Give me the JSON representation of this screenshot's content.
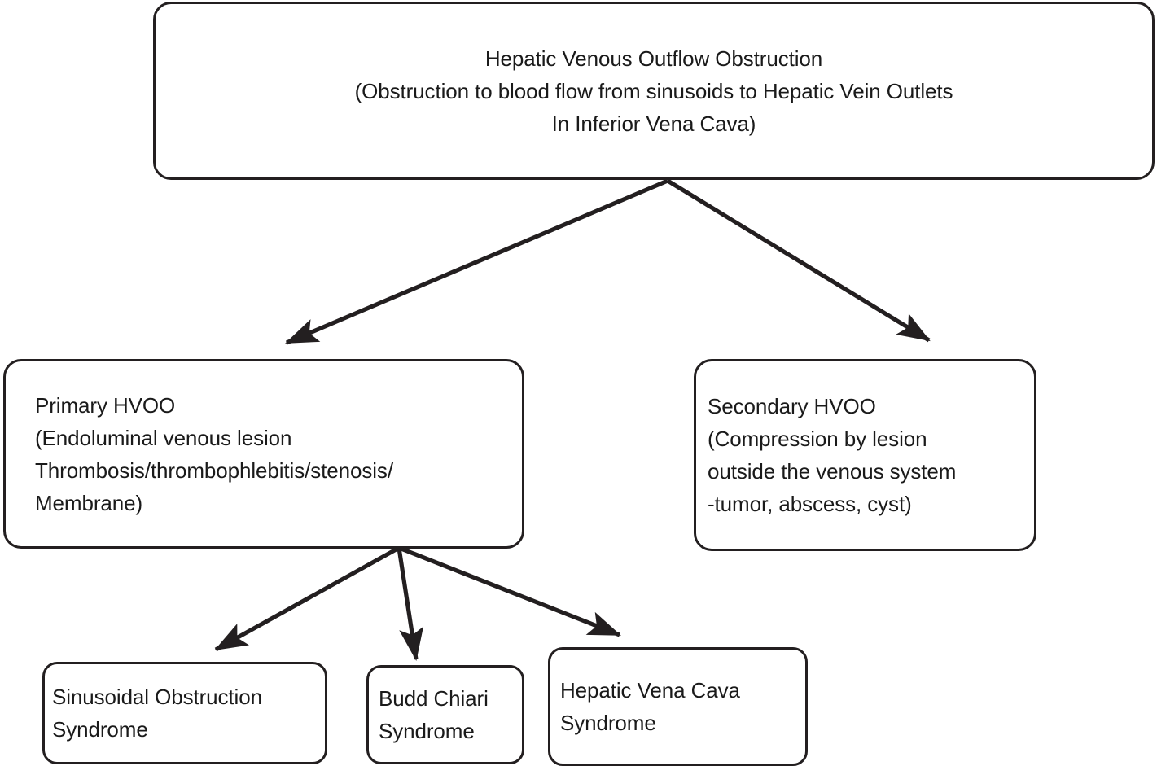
{
  "diagram": {
    "title": "Hepatic Venous Outflow Obstruction Classification",
    "type": "flowchart",
    "colors": {
      "background": "#ffffff",
      "box_border": "#231f20",
      "box_fill": "#ffffff",
      "text": "#1a1a1a",
      "arrow": "#231f20"
    }
  },
  "nodes": {
    "root": {
      "id": "hepatic-venous-outflow-obstruction",
      "align": "center",
      "lines": [
        "Hepatic Venous Outflow Obstruction",
        "(Obstruction to blood flow from sinusoids to Hepatic Vein Outlets",
        "In Inferior Vena Cava)"
      ]
    },
    "primary": {
      "id": "primary-hvoo",
      "align": "left",
      "lines": [
        "Primary HVOO",
        "(Endoluminal venous lesion",
        "Thrombosis/thrombophlebitis/stenosis/",
        "Membrane)"
      ]
    },
    "secondary": {
      "id": "secondary-hvoo",
      "align": "left",
      "lines": [
        "Secondary HVOO",
        "(Compression by lesion",
        "outside the venous system",
        "-tumor, abscess, cyst)"
      ]
    },
    "sos": {
      "id": "sinusoidal-obstruction-syndrome",
      "align": "left",
      "lines": [
        "Sinusoidal Obstruction",
        "Syndrome"
      ]
    },
    "bcs": {
      "id": "budd-chiari-syndrome",
      "align": "left",
      "lines": [
        "Budd Chiari",
        "Syndrome"
      ]
    },
    "hvcs": {
      "id": "hepatic-vena-cava-syndrome",
      "align": "left",
      "lines": [
        "Hepatic Vena Cava",
        "Syndrome"
      ]
    }
  },
  "edges": [
    {
      "id": "root-to-primary",
      "from": "root",
      "to": "primary",
      "label": ""
    },
    {
      "id": "root-to-secondary",
      "from": "root",
      "to": "secondary",
      "label": ""
    },
    {
      "id": "primary-to-sos",
      "from": "primary",
      "to": "sos",
      "label": ""
    },
    {
      "id": "primary-to-bcs",
      "from": "primary",
      "to": "bcs",
      "label": ""
    },
    {
      "id": "primary-to-hvcs",
      "from": "primary",
      "to": "hvcs",
      "label": ""
    }
  ]
}
